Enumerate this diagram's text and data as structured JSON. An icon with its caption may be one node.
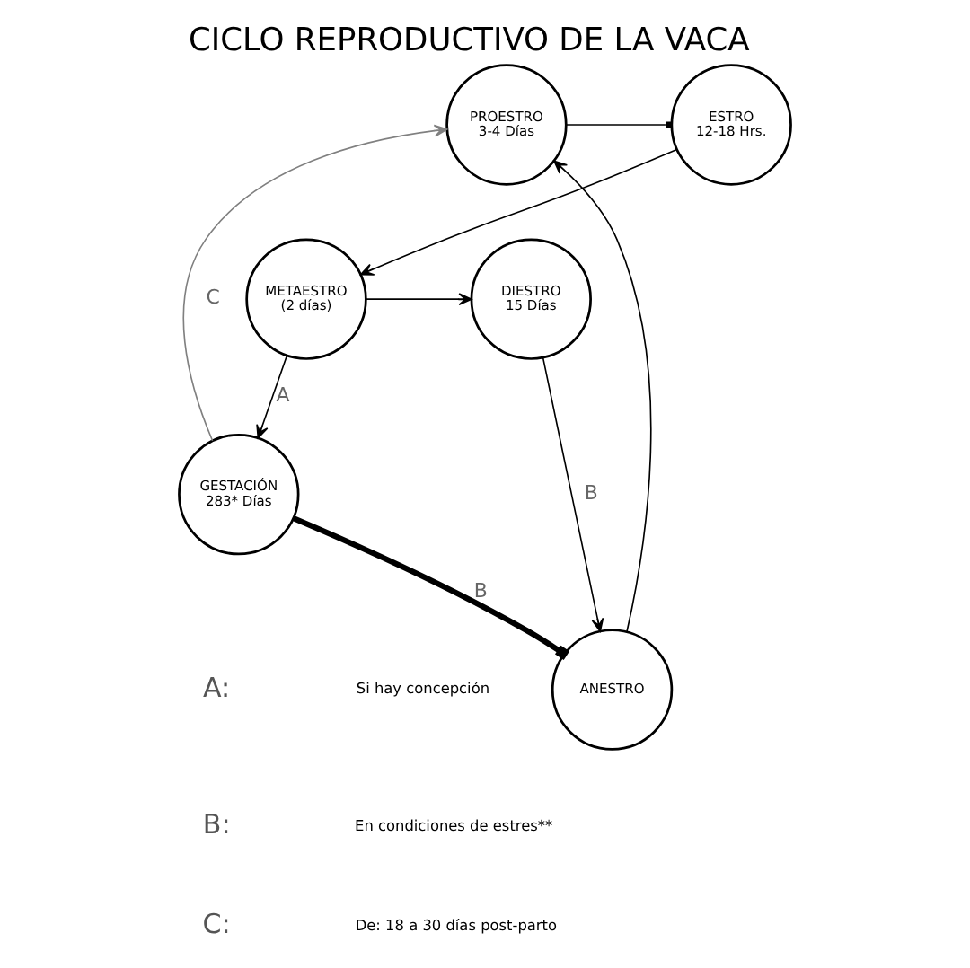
{
  "diagram": {
    "title": "CICLO REPRODUCTIVO DE LA VACA",
    "nodes": [
      {
        "text": [
          "PROESTRO",
          "3-4 Días"
        ]
      },
      {
        "text": [
          "ESTRO",
          "12-18 Hrs."
        ]
      },
      {
        "text": [
          "ANESTRO"
        ]
      },
      {
        "text": [
          "DIESTRO",
          "15 Días"
        ]
      },
      {
        "text": [
          "METAESTRO",
          "(2 días)"
        ]
      },
      {
        "text": [
          "GESTACIÓN",
          "283* Días"
        ]
      }
    ],
    "edges": [
      {
        "from": 0,
        "to": 1,
        "arrow": "other"
      },
      {
        "from": 1,
        "to": 4,
        "arrow": "to"
      },
      {
        "from": 2,
        "to": 0,
        "arrow": "to"
      },
      {
        "from": 4,
        "to": 3,
        "arrow": "to"
      },
      {
        "from": 4,
        "to": 5,
        "arrow": "to",
        "label": "A"
      },
      {
        "from": 5,
        "to": 2,
        "arrow": "other",
        "label": "B",
        "style": "thick"
      },
      {
        "from": 5,
        "to": 0,
        "arrow": "to",
        "label": "C",
        "color": "#808080"
      },
      {
        "from": 3,
        "to": 2,
        "arrow": "to",
        "label": "B"
      }
    ],
    "labels": [
      "A:",
      "Si hay concepción",
      "B:",
      "En condiciones de estres**",
      "C:",
      "De: 18 a 30 días post-parto"
    ]
  }
}
